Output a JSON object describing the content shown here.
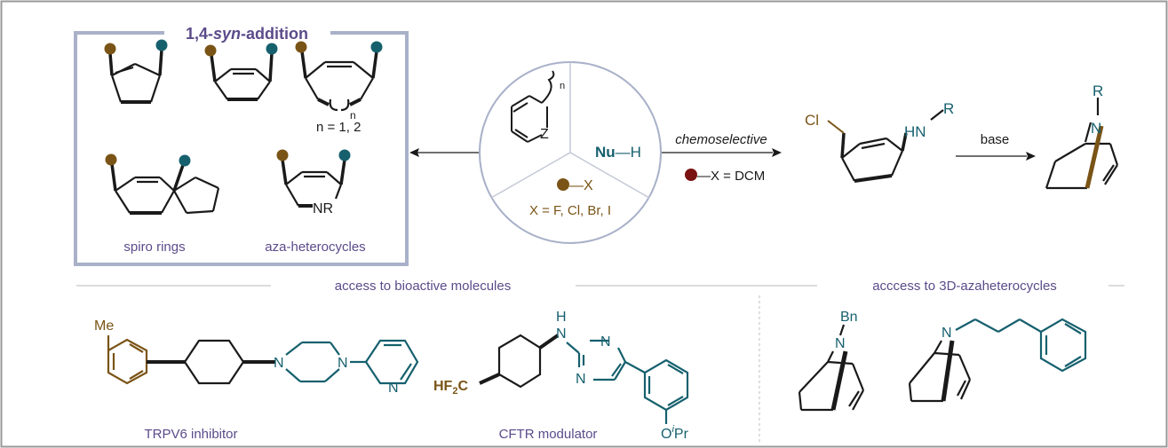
{
  "colors": {
    "brown": "#7a5416",
    "teal": "#16606e",
    "darkred": "#7a1212",
    "purple": "#5b4b8a",
    "frame": "#a9b1c9",
    "bond": "#1a1a1a"
  },
  "left_panel": {
    "title_prefix": "1,4-",
    "title_italic": "syn",
    "title_suffix": "-addition",
    "ring_subscript": "n",
    "ring_size_note": "n = 1, 2",
    "spiro_label": "spiro rings",
    "aza_label": "aza-heterocycles",
    "aza_group": "NR"
  },
  "center": {
    "ring_subscript": "n",
    "heteroatom": "Z",
    "nucleophile_bold": "Nu",
    "nucleophile_rest": "—H",
    "halide_reagent": "—X",
    "halide_options": "X = F, Cl, Br, I"
  },
  "right_scheme": {
    "condition_italic": "chemoselective",
    "reagent": "—X = DCM",
    "chloro": "Cl",
    "amine": "HN",
    "amine_r": "R",
    "base_label": "base",
    "bicycle_n": "N",
    "bicycle_r": "R"
  },
  "bottom": {
    "bioactive_header": "access to bioactive molecules",
    "azaheterocycle_header": "acccess to 3D-azaheterocycles",
    "trpv6_label": "TRPV6 inhibitor",
    "trpv6_me": "Me",
    "cftr_label": "CFTR modulator",
    "cftr_hf2c": "HF",
    "cftr_hf2c_sub": "2",
    "cftr_hf2c_c": "C",
    "cftr_opr_o": "O",
    "cftr_opr_i": "i",
    "cftr_opr_pr": "Pr",
    "atom_n": "N",
    "atom_h": "H",
    "bn_label": "Bn"
  }
}
